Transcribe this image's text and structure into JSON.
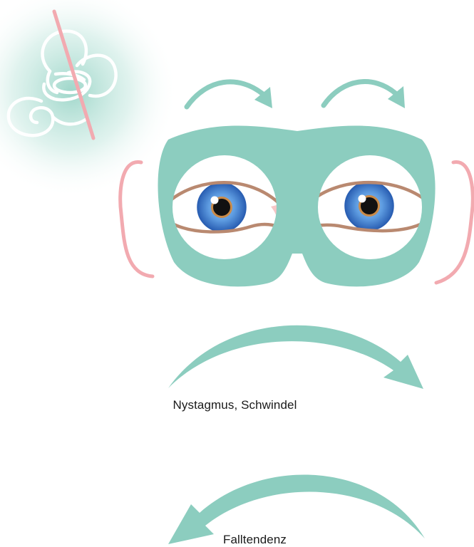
{
  "labels": {
    "nystagmus": "Nystagmus, Schwindel",
    "fall": "Falltendenz"
  },
  "colors": {
    "teal": "#8ccdbf",
    "teal_glow": "#7fc9b8",
    "pink": "#f2aab0",
    "eyelid": "#b98970",
    "iris_outer": "#2f66b8",
    "iris_inner": "#6fa9e6",
    "pupil_ring": "#c98a48",
    "pupil": "#111111"
  },
  "icons": {
    "ear": "inner-ear-icon",
    "strike": "strike-through-line",
    "mask": "frenzel-goggles-icon"
  }
}
